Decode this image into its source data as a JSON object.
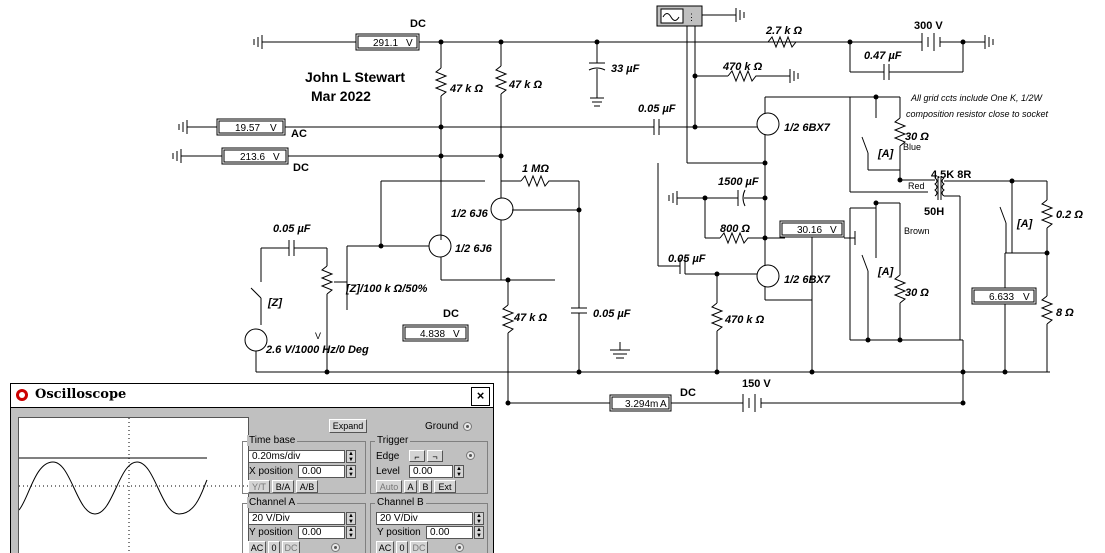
{
  "author": "John L Stewart",
  "date": "Mar 2022",
  "note": {
    "line1": "All grid ccts include One K, 1/2W",
    "line2": "composition resistor close to socket"
  },
  "meters": {
    "dc_top": {
      "type_label": "DC",
      "value": "291.1",
      "unit": "V"
    },
    "ac": {
      "type_label": "AC",
      "value": "19.57",
      "unit": "V"
    },
    "dc_left": {
      "type_label": "DC",
      "value": "213.6",
      "unit": "V"
    },
    "dc_mid": {
      "type_label": "DC",
      "value": "4.838",
      "unit": "V"
    },
    "cathode": {
      "value": "30.16",
      "unit": "V"
    },
    "output": {
      "value": "6.633",
      "unit": "V"
    },
    "current": {
      "type_label": "DC",
      "value": "3.294m",
      "unit": "A"
    }
  },
  "components": {
    "r_2k7": "2.7 k Ω",
    "v300": "300 V",
    "c047": "0.47 µF",
    "r_470k_top": "470 k Ω",
    "c33": "33 µF",
    "r47k_a": "47 k Ω",
    "r47k_b": "47 k Ω",
    "c005_top": "0.05 µF",
    "tube_6bx7_top": "1/2 6BX7",
    "r_1meg": "1 MΩ",
    "c1500": "1500 µF",
    "r800": "800 Ω",
    "tube_6j6_a": "1/2 6J6",
    "tube_6j6_b": "1/2 6J6",
    "c005_left": "0.05 µF",
    "pot": "[Z]/100 k Ω/50%",
    "switch_z": "[Z]",
    "source": "2.6 V/1000 Hz/0 Deg",
    "v_mark": "V",
    "c005_mid": "0.05 µF",
    "tube_6bx7_bot": "1/2 6BX7",
    "r470k_bot": "470 k Ω",
    "r47k_c": "47 k Ω",
    "c005_right": "0.05 µF",
    "v150": "150 V",
    "r30_top": "30 Ω",
    "sw_a_top": "[A]",
    "blue": "Blue",
    "xfmr": "4.5K 8R",
    "red": "Red",
    "h50": "50H",
    "brown": "Brown",
    "sw_a_bot": "[A]",
    "r30_bot": "30 Ω",
    "sw_a_right": "[A]",
    "r02": "0.2 Ω",
    "r8": "8 Ω"
  },
  "oscilloscope": {
    "title": "Oscilloscope",
    "close": "×",
    "expand": "Expand",
    "ground": "Ground",
    "timebase": {
      "title": "Time base",
      "value": "0.20ms/div",
      "xpos_label": "X position",
      "xpos": "0.00",
      "modes": [
        "Y/T",
        "B/A",
        "A/B"
      ]
    },
    "trigger": {
      "title": "Trigger",
      "edge_label": "Edge",
      "level_label": "Level",
      "level": "0.00",
      "modes": [
        "Auto",
        "A",
        "B",
        "Ext"
      ]
    },
    "channel_a": {
      "title": "Channel A",
      "scale": "20 V/Div",
      "ypos_label": "Y position",
      "ypos": "0.00",
      "coupling": [
        "AC",
        "0",
        "DC"
      ]
    },
    "channel_b": {
      "title": "Channel B",
      "scale": "20 V/Div",
      "ypos_label": "Y position",
      "ypos": "0.00",
      "coupling": [
        "AC",
        "0",
        "DC"
      ]
    }
  }
}
